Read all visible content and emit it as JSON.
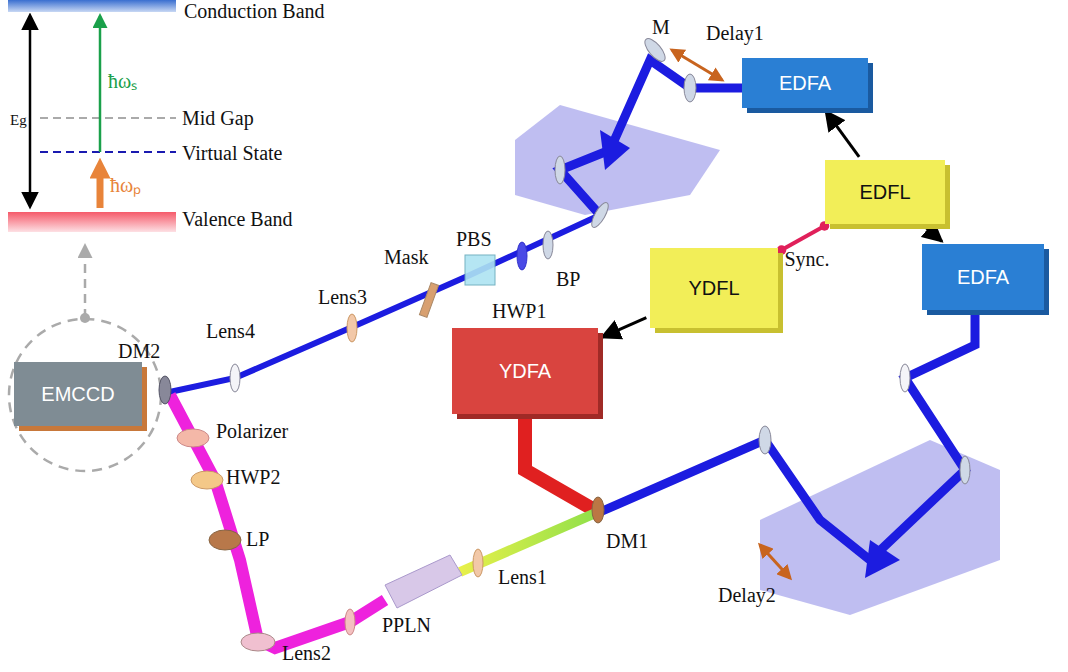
{
  "diagram": {
    "nodes": [
      {
        "text": [
          "EDFA"
        ]
      },
      {
        "text": [
          "EDFL"
        ]
      },
      {
        "text": [
          "YDFL"
        ]
      },
      {
        "text": [
          "YDFA"
        ]
      },
      {
        "text": [
          "EDFA"
        ]
      },
      {
        "text": [
          "EMCCD"
        ]
      }
    ],
    "edges": [
      {
        "from": 1,
        "to": 0,
        "arrow": "to"
      },
      {
        "from": 1,
        "to": 4,
        "arrow": "to"
      },
      {
        "from": 2,
        "to": 3,
        "arrow": "to"
      },
      {
        "from": 2,
        "to": 1,
        "label": "Sync.",
        "arrow": "none"
      }
    ],
    "labels": [
      "Conduction Band",
      "ħωₛ",
      "Eg",
      "Mid Gap",
      "Virtual State",
      "ħωₚ",
      "Valence Band",
      "M",
      "Delay1",
      "Mask",
      "PBS",
      "HWP1",
      "BP",
      "Lens3",
      "Lens4",
      "DM2",
      "Polarizer",
      "HWP2",
      "LP",
      "Lens2",
      "PPLN",
      "Lens1",
      "DM1",
      "Delay2"
    ]
  }
}
